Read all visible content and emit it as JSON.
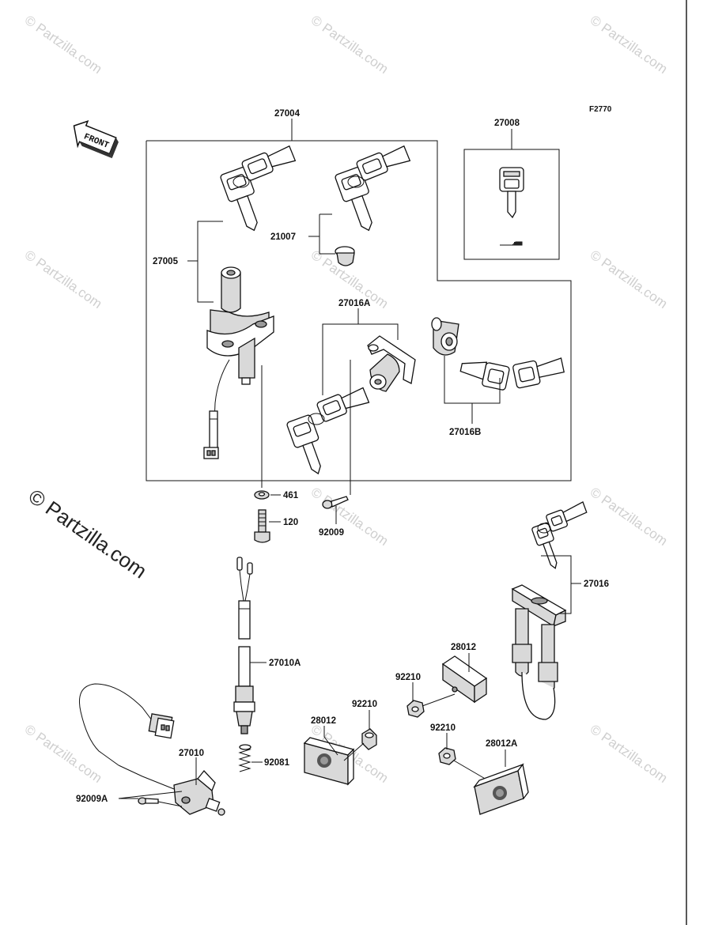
{
  "figure_code": "F2770",
  "front_label": "FRONT",
  "watermark_text": "© Partzilla.com",
  "watermark_big_text": "© Partzilla.com",
  "part_labels": {
    "p27004": "27004",
    "p27008": "27008",
    "p27005": "27005",
    "p21007": "21007",
    "p27016A": "27016A",
    "p27016B": "27016B",
    "p461": "461",
    "p120": "120",
    "p92009": "92009",
    "p27016": "27016",
    "p28012_top": "28012",
    "p27010A": "27010A",
    "p92210_a": "92210",
    "p92210_b": "92210",
    "p92210_c": "92210",
    "p28012_left": "28012",
    "p28012A": "28012A",
    "p27010": "27010",
    "p92081": "92081",
    "p92009A": "92009A"
  }
}
